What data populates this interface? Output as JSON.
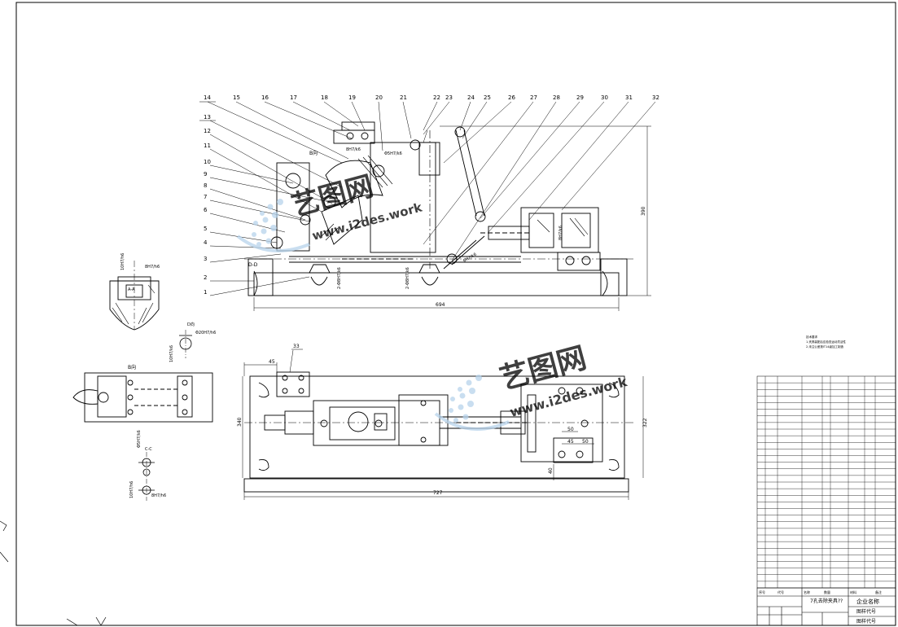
{
  "balloons": [
    "14",
    "15",
    "16",
    "17",
    "18",
    "19",
    "20",
    "21",
    "22",
    "23",
    "24",
    "25",
    "26",
    "27",
    "28",
    "29",
    "30",
    "31",
    "32"
  ],
  "left_labels": [
    "13",
    "12",
    "11",
    "10",
    "9",
    "8",
    "7",
    "6",
    "5",
    "4",
    "3",
    "2",
    "1"
  ],
  "part_33": "33",
  "section_labels": {
    "aa": "A-A",
    "bb": "B向",
    "bb_top": "B向",
    "cc": "C-C",
    "dd": "D-D",
    "d_view": "D向"
  },
  "dims_front": {
    "overall_length": "694",
    "height": "390"
  },
  "dims_top": {
    "overall_length": "727",
    "width_left": "340",
    "width_right": "322",
    "small_a": "45",
    "small_b": "45",
    "small_c": "50",
    "small_d": "50",
    "small_e": "40"
  },
  "fits": {
    "f1": "8H7/k6",
    "f2": "Φ5H7/k6",
    "f3": "2-Φ8H7/k6",
    "f4": "2-Φ8H7/k6",
    "f5": "6H7/k6",
    "f6": "10H7/h6",
    "f7": "8H7/h6",
    "f8": "Φ20H7/h6",
    "f9": "10H7/k6",
    "f10": "8H7/k6"
  },
  "tech_req": {
    "title": "技术要求",
    "line1": "1.夹具装配后应检查运动灵活性",
    "line2": "2.未注公差按IT14级加工制造"
  },
  "title_block": {
    "drawing_name": "7孔去除夹具??",
    "company": "企业名称",
    "code_1": "图样代号",
    "code_2": "图样代号",
    "h_label_1": "序号",
    "h_label_2": "代号",
    "h_label_3": "名称",
    "h_label_4": "数量",
    "h_label_5": "材料",
    "h_label_6": "备注"
  },
  "watermark": {
    "brand": "艺图网",
    "url": "www.i2des.work"
  },
  "colors": {
    "line": "#000000",
    "watermark_light": "#b8d4ec",
    "watermark_dark": "#5f95c8"
  }
}
